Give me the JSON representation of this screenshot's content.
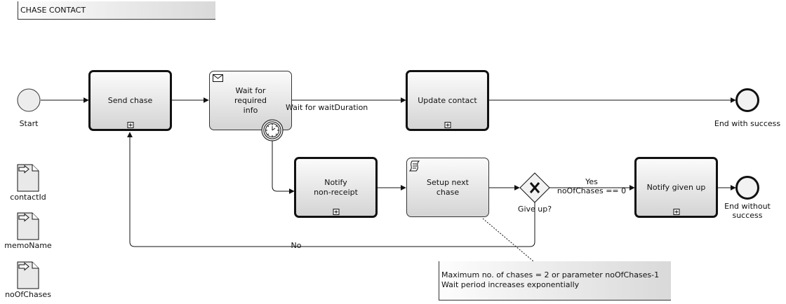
{
  "title": "CHASE CONTACT",
  "events": {
    "start": "Start",
    "end_success": "End with success",
    "end_without_line1": "End without",
    "end_without_line2": "success"
  },
  "tasks": {
    "send_chase": "Send chase",
    "wait_line1": "Wait for required",
    "wait_line2": "info",
    "update_contact": "Update contact",
    "notify_line1": "Notify",
    "notify_line2": "non-receipt",
    "setup_line1": "Setup next",
    "setup_line2": "chase",
    "notify_given_up": "Notify given up"
  },
  "gateway": {
    "label": "Give up?"
  },
  "flows": {
    "wait_timer": "Wait for waitDuration",
    "yes": "Yes",
    "yes_condition": "noOfChases == 0",
    "no": "No"
  },
  "data_objects": [
    "contactId",
    "memoName",
    "noOfChases"
  ],
  "annotation": {
    "line1": "Maximum no. of chases = 2 or parameter noOfChases-1",
    "line2": "Wait period increases exponentially"
  }
}
